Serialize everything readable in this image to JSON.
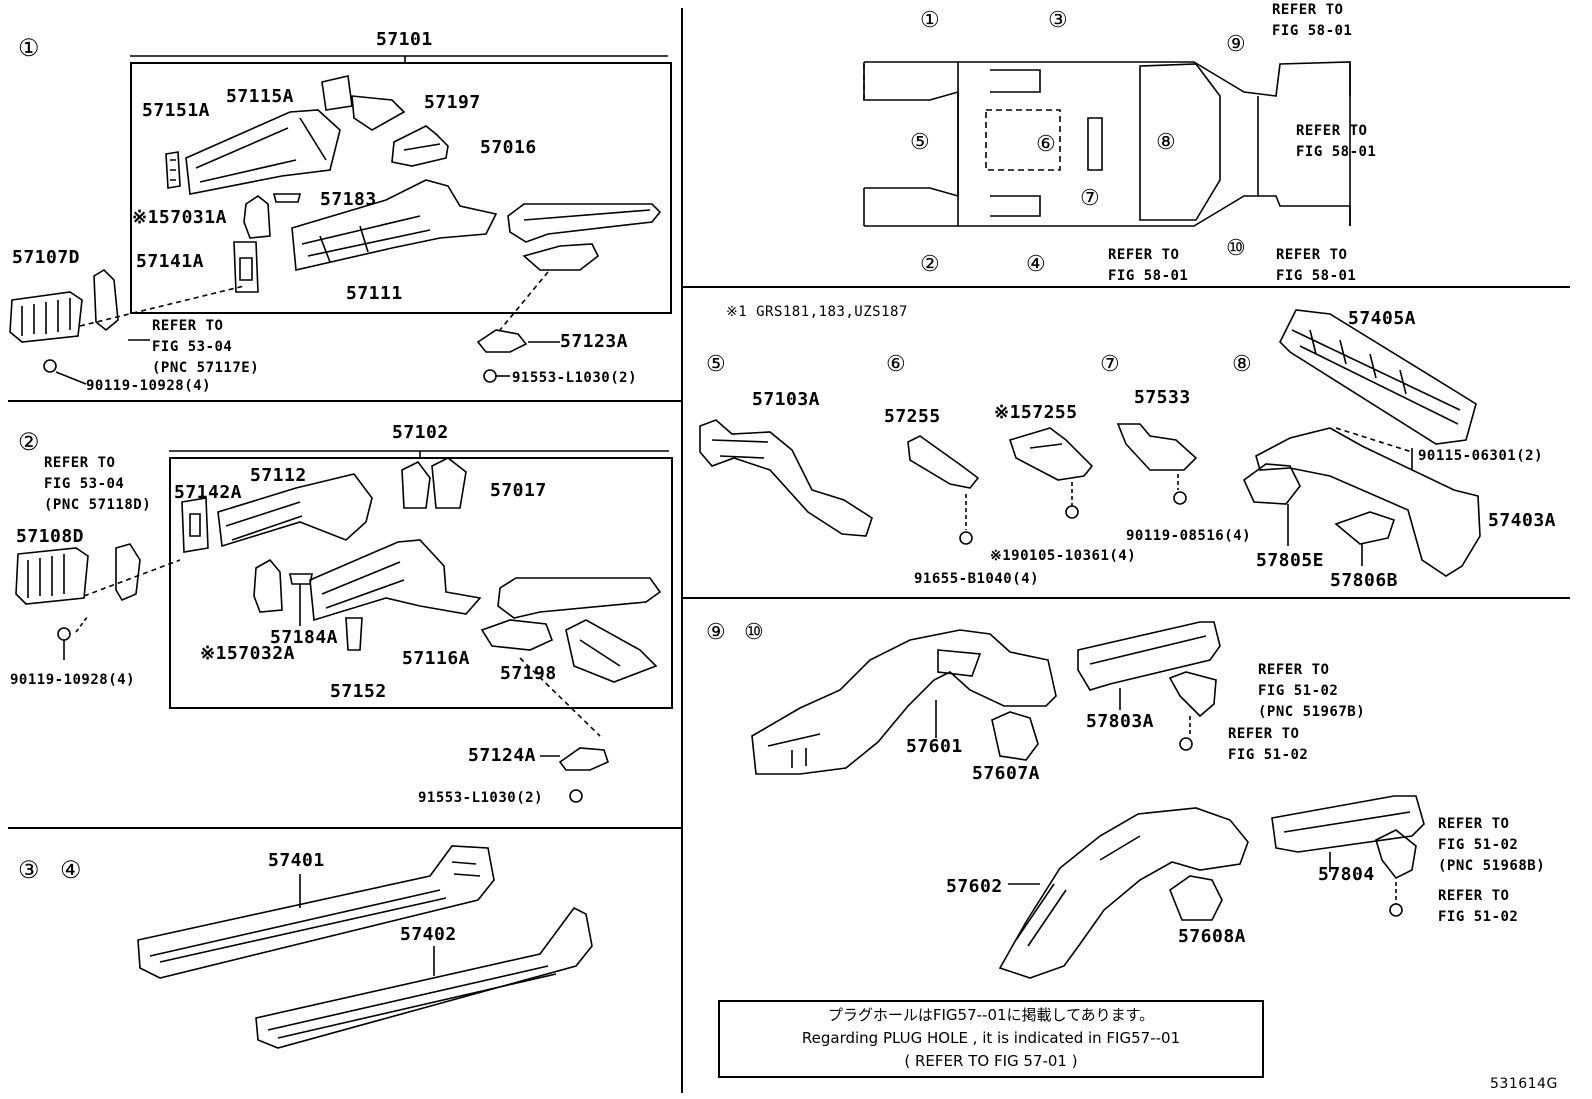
{
  "sections": {
    "s1": {
      "marker": "①",
      "group_label": "57101",
      "parts": [
        "57151A",
        "57115A",
        "57197",
        "57016",
        "57183",
        "※157031A",
        "57141A",
        "57111",
        "57107D",
        "57123A"
      ],
      "refs": {
        "fig5304": "REFER TO\nFIG 53-04\n(PNC 57117E)",
        "bolt1": "90119-10928(4)",
        "bolt2": "91553-L1030(2)"
      }
    },
    "s2": {
      "marker": "②",
      "group_label": "57102",
      "parts": [
        "57142A",
        "57112",
        "57017",
        "57108D",
        "※157032A",
        "57184A",
        "57116A",
        "57198",
        "57152",
        "57124A"
      ],
      "refs": {
        "fig5304": "REFER TO\nFIG 53-04\n(PNC 57118D)",
        "bolt1": "90119-10928(4)",
        "bolt2": "91553-L1030(2)"
      }
    },
    "s34": {
      "marker3": "③",
      "marker4": "④",
      "parts": [
        "57401",
        "57402"
      ]
    },
    "overview": {
      "markers": [
        "①",
        "③",
        "⑨",
        "⑤",
        "⑥",
        "⑧",
        "⑦",
        "②",
        "④",
        "⑩"
      ],
      "refs": {
        "r1": "REFER TO\nFIG 58-01",
        "r2": "REFER TO\nFIG 58-01",
        "r3": "REFER TO\nFIG 58-01",
        "r4": "REFER TO\nFIG 58-01"
      }
    },
    "mid": {
      "note": "※1 GRS181,183,UZS187",
      "markers": [
        "⑤",
        "⑥",
        "⑦",
        "⑧"
      ],
      "parts": [
        "57103A",
        "57255",
        "※157255",
        "57533",
        "57405A",
        "57403A",
        "57805E",
        "57806B"
      ],
      "refs": {
        "b1": "90115-06301(2)",
        "b2": "90119-08516(4)",
        "b3": "※190105-10361(4)",
        "b4": "91655-B1040(4)"
      }
    },
    "s910": {
      "markers": [
        "⑨",
        "⑩"
      ],
      "parts": [
        "57601",
        "57607A",
        "57803A",
        "57602",
        "57608A",
        "57804"
      ],
      "refs": {
        "a": "REFER TO\nFIG 51-02\n(PNC 51967B)",
        "b": "REFER TO\nFIG 51-02",
        "c": "REFER TO\nFIG 51-02\n(PNC 51968B)",
        "d": "REFER TO\nFIG 51-02"
      }
    }
  },
  "notice": {
    "line1": "プラグホールはFIG57--01に掲載してあります。",
    "line2": "Regarding PLUG HOLE , it is indicated in FIG57--01",
    "line3": "(  REFER TO FIG 57-01 )"
  },
  "figure_code": "531614G"
}
